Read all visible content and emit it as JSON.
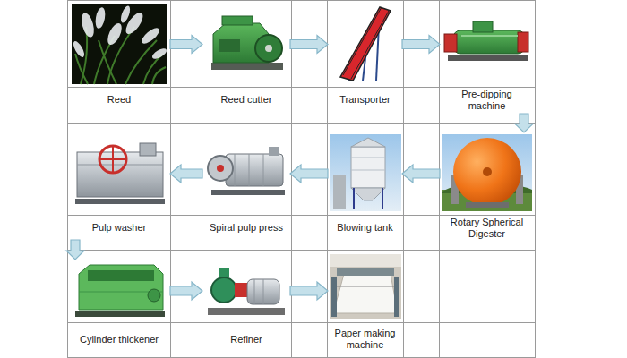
{
  "diagram": {
    "nodes": [
      {
        "text": [
          "Reed"
        ]
      },
      {
        "text": [
          "Reed cutter"
        ]
      },
      {
        "text": [
          "Transporter"
        ]
      },
      {
        "text": [
          "Pre-dipping machine"
        ]
      },
      {
        "text": [
          "Pulp washer"
        ]
      },
      {
        "text": [
          "Spiral pulp press"
        ]
      },
      {
        "text": [
          "Blowing tank"
        ]
      },
      {
        "text": [
          "Rotary Spherical Digester"
        ]
      },
      {
        "text": [
          "Cylinder thickener"
        ]
      },
      {
        "text": [
          "Refiner"
        ]
      },
      {
        "text": [
          "Paper making machine"
        ]
      }
    ],
    "edges": [
      {
        "from": 0,
        "to": 1,
        "arrow": "to"
      },
      {
        "from": 1,
        "to": 2,
        "arrow": "to"
      },
      {
        "from": 2,
        "to": 3,
        "arrow": "to"
      },
      {
        "from": 3,
        "to": 7,
        "arrow": "to"
      },
      {
        "from": 7,
        "to": 6,
        "arrow": "to"
      },
      {
        "from": 6,
        "to": 5,
        "arrow": "to"
      },
      {
        "from": 5,
        "to": 4,
        "arrow": "to"
      },
      {
        "from": 4,
        "to": 8,
        "arrow": "to"
      },
      {
        "from": 8,
        "to": 9,
        "arrow": "to"
      },
      {
        "from": 9,
        "to": 10,
        "arrow": "to"
      }
    ]
  }
}
